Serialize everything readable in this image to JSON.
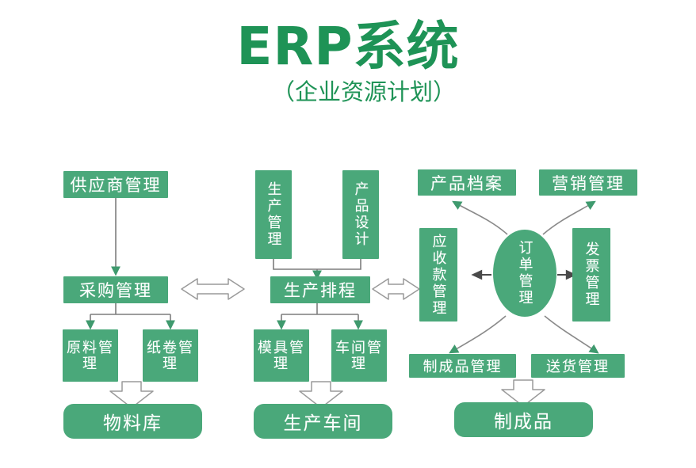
{
  "title": {
    "main": "ERP系统",
    "sub": "（企业资源计划）",
    "color": "#1e9356"
  },
  "theme": {
    "box_fill": "#4aa87a",
    "box_text": "#ffffff",
    "connector_line": "#7d7d7d",
    "hollow_arrow_fill": "#ffffff",
    "hollow_arrow_stroke": "#8a8a8a",
    "solid_arrow_fill": "#3f9a6e",
    "background": "#ffffff"
  },
  "nodes": {
    "supplier_management": "供应商管理",
    "purchasing_management": "采购管理",
    "raw_material_management": "原料管理",
    "paper_roll_management": "纸卷管理",
    "material_warehouse": "物料库",
    "production_management": "生产管理",
    "product_design": "产品设计",
    "production_scheduling": "生产排程",
    "mold_management": "模具管理",
    "workshop_management": "车间管理",
    "production_workshop": "生产车间",
    "product_archive": "产品档案",
    "marketing_management": "营销管理",
    "receivables_management": "应收款管理",
    "order_management": "订单管理",
    "invoice_management": "发票管理",
    "finished_goods_management": "制成品管理",
    "delivery_management": "送货管理",
    "finished_goods": "制成品"
  },
  "connectors": [
    {
      "name": "supplier-to-purchasing",
      "kind": "solid-arrow-down"
    },
    {
      "name": "purchasing-to-raw-material",
      "kind": "solid-arrow-branch"
    },
    {
      "name": "purchasing-to-paper-roll",
      "kind": "solid-arrow-branch"
    },
    {
      "name": "materials-to-warehouse",
      "kind": "hollow-block-arrow-down"
    },
    {
      "name": "production-mgmt-to-scheduling",
      "kind": "solid-arrow-merge"
    },
    {
      "name": "product-design-to-scheduling",
      "kind": "solid-arrow-merge"
    },
    {
      "name": "scheduling-to-mold",
      "kind": "solid-arrow-branch"
    },
    {
      "name": "scheduling-to-workshop",
      "kind": "solid-arrow-branch"
    },
    {
      "name": "workshop-to-production-workshop",
      "kind": "hollow-block-arrow-down"
    },
    {
      "name": "purchasing-scheduling-link",
      "kind": "hollow-double-arrow-horizontal"
    },
    {
      "name": "scheduling-receivables-link",
      "kind": "hollow-double-arrow-horizontal"
    },
    {
      "name": "order-to-receivables",
      "kind": "solid-arrow-left"
    },
    {
      "name": "order-to-invoice",
      "kind": "solid-arrow-right"
    },
    {
      "name": "order-to-product-archive",
      "kind": "curved-arrow-up-left"
    },
    {
      "name": "order-to-marketing",
      "kind": "curved-arrow-up-right"
    },
    {
      "name": "order-to-finished-goods-mgmt",
      "kind": "curved-arrow-down-left"
    },
    {
      "name": "order-to-delivery",
      "kind": "curved-arrow-down-right"
    },
    {
      "name": "finished-to-finished-goods",
      "kind": "hollow-block-arrow-down"
    }
  ]
}
